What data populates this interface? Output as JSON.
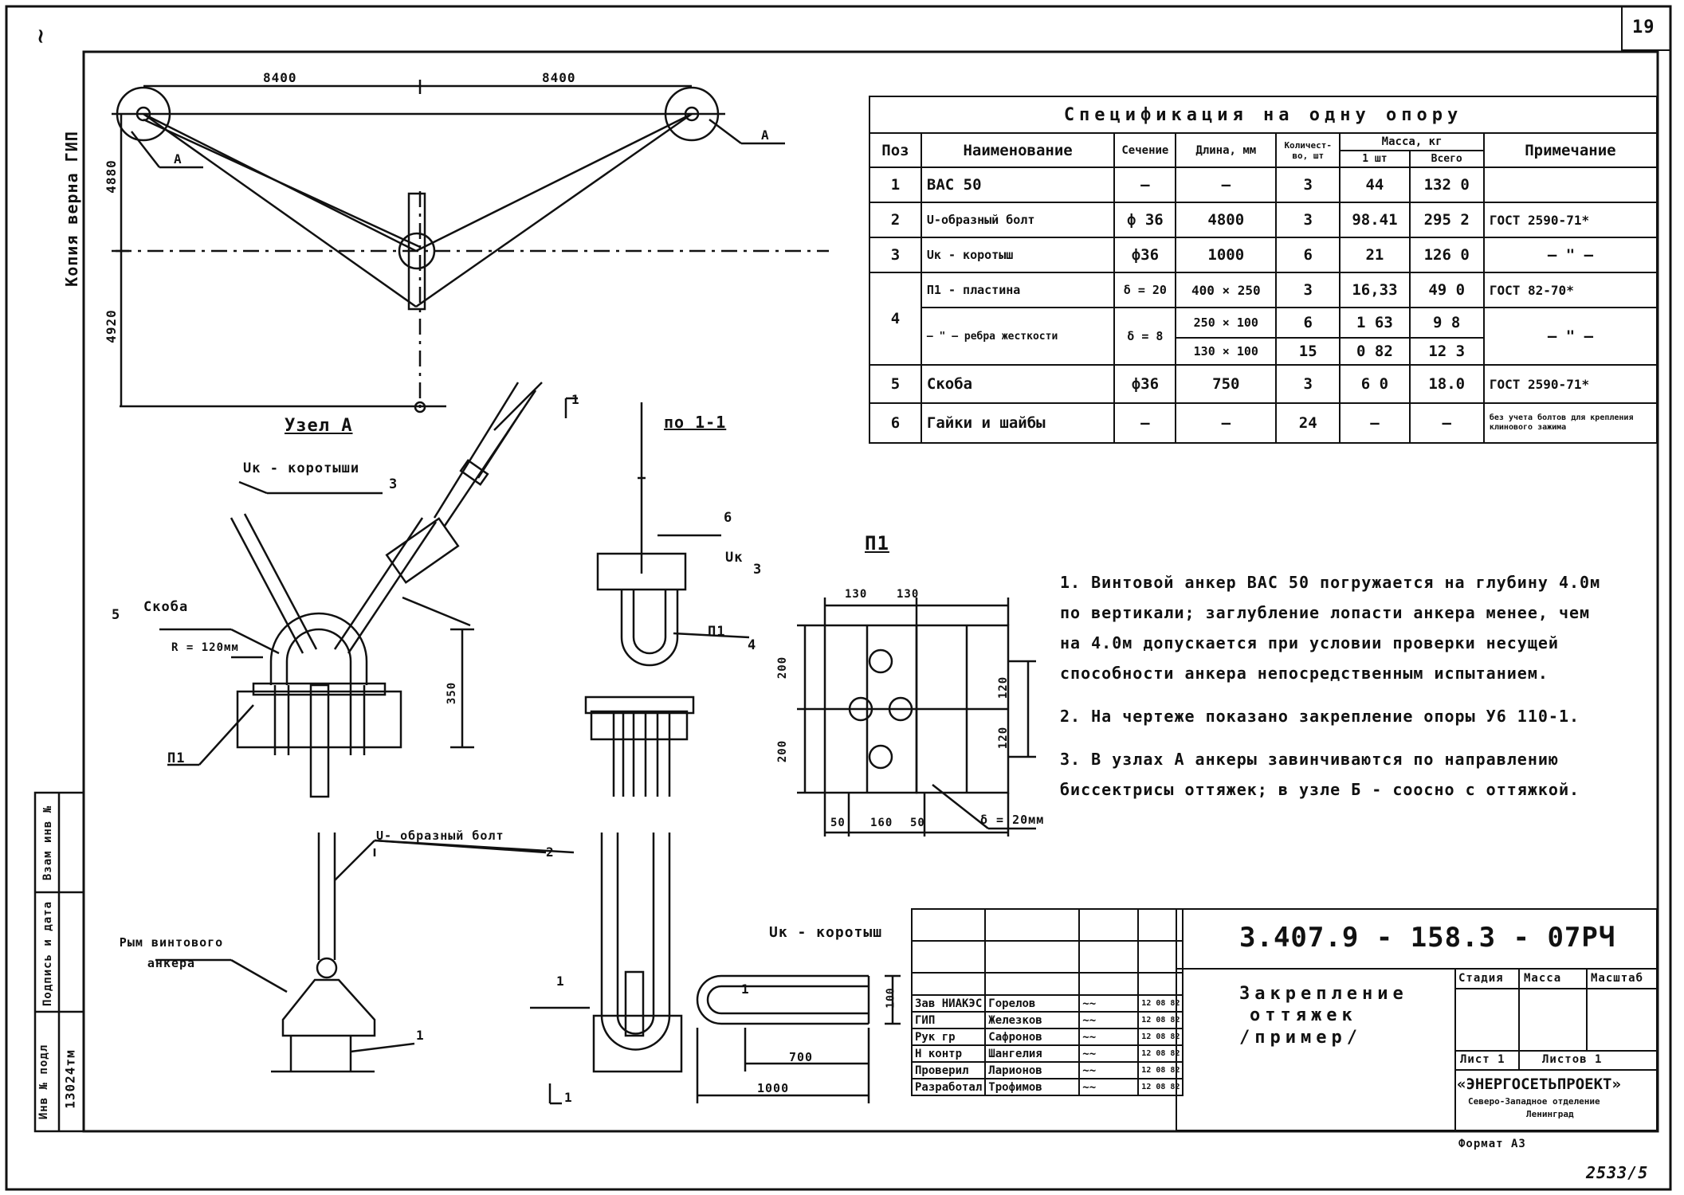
{
  "page": {
    "number": "19",
    "bottom_code": "2533/5",
    "format": "Формат А3"
  },
  "side": {
    "copy_label": "Копия верна  ГИП"
  },
  "stamp_side": {
    "inv_podl_label": "Инв № подл",
    "sign_date_label": "Подпись и дата",
    "vzam_label": "Взам инв №",
    "inv_podl_value": "13024тм"
  },
  "scheme": {
    "dim_left": "8400",
    "dim_right": "8400",
    "dim_v1": "4880",
    "dim_v2": "4920",
    "label_a_left": "А",
    "label_a_right": "А"
  },
  "node_a": {
    "title": "Узел А",
    "label_short": "Uк - коротыши",
    "pos3": "3",
    "label_skoba": "Скоба",
    "pos5": "5",
    "radius": "R = 120мм",
    "plate": "П1",
    "dim_350": "350"
  },
  "section": {
    "title": "по 1-1",
    "cut_mark": "1",
    "pos6": "6",
    "uk": "Uк",
    "pos3": "3",
    "plate": "П1",
    "pos4": "4"
  },
  "plate_p1": {
    "title": "П1",
    "d130a": "130",
    "d130b": "130",
    "d200a": "200",
    "d200b": "200",
    "d120a": "120",
    "d120b": "120",
    "d50a": "50",
    "d160": "160",
    "d50b": "50",
    "thickness": "δ = 20мм"
  },
  "bottom_left": {
    "label_eye": "Рым винтового анкера",
    "label_ubolt": "U- образный болт",
    "pos2": "2",
    "pos1": "1"
  },
  "bottom_mid": {
    "pos1": "1",
    "cut": "1"
  },
  "short_detail": {
    "title": "Uк - коротыш",
    "pos1": "1",
    "d100v": "100",
    "d700": "700",
    "d1000": "1000"
  },
  "spec": {
    "title": "Спецификация  на одну опору",
    "headers": {
      "pos": "Поз",
      "name": "Наименование",
      "section": "Сечение",
      "length": "Длина, мм",
      "qty": "Количест-во, шт",
      "mass": "Масса, кг",
      "mass_1": "1 шт",
      "mass_all": "Всего",
      "note": "Примечание"
    },
    "rows": [
      {
        "pos": "1",
        "name": "ВАС  50",
        "section": "—",
        "length": "—",
        "qty": "3",
        "m1": "44",
        "mall": "132 0",
        "note": ""
      },
      {
        "pos": "2",
        "name": "U-образный болт",
        "section": "ф 36",
        "length": "4800",
        "qty": "3",
        "m1": "98.41",
        "mall": "295 2",
        "note": "ГОСТ 2590-71*"
      },
      {
        "pos": "3",
        "name": "Uк - коротыш",
        "section": "ф36",
        "length": "1000",
        "qty": "6",
        "m1": "21",
        "mall": "126 0",
        "note": "— \" —"
      },
      {
        "pos": "",
        "name": "П1 - пластина",
        "section": "δ = 20",
        "length": "400 × 250",
        "qty": "3",
        "m1": "16,33",
        "mall": "49 0",
        "note": "ГОСТ  82-70*"
      },
      {
        "pos": "4",
        "name": "— \" — ребра жесткости",
        "section": "δ = 8",
        "length": "250 × 100",
        "qty": "6",
        "m1": "1 63",
        "mall": "9 8",
        "note": "— \" —"
      },
      {
        "pos": "",
        "name": "",
        "section": "",
        "length": "130 × 100",
        "qty": "15",
        "m1": "0 82",
        "mall": "12 3",
        "note": ""
      },
      {
        "pos": "5",
        "name": "Скоба",
        "section": "ф36",
        "length": "750",
        "qty": "3",
        "m1": "6 0",
        "mall": "18.0",
        "note": "ГОСТ 2590-71*"
      },
      {
        "pos": "6",
        "name": "Гайки и шайбы",
        "section": "—",
        "length": "—",
        "qty": "24",
        "m1": "—",
        "mall": "—",
        "note": "без учета болтов для крепления клинового зажима"
      }
    ]
  },
  "notes": [
    "1. Винтовой анкер ВАС 50 погружается на глубину 4.0м по вертикали; заглубление лопасти анкера менее, чем на 4.0м допускается при условии проверки несущей способности анкера непосредственным испытанием.",
    "2. На чертеже показано закрепление опоры У6 110-1.",
    "3. В узлах А анкеры завинчиваются по направлению биссектрисы оттяжек; в узле Б - соосно с оттяжкой."
  ],
  "title_block": {
    "code": "3.407.9 - 158.3 - 07РЧ",
    "name_l1": "Закрепление",
    "name_l2": "оттяжек",
    "name_l3": "/пример/",
    "stage": "Стадия",
    "mass": "Масса",
    "scale": "Масштаб",
    "sheet": "Лист 1",
    "sheets": "Листов 1",
    "org": "«ЭНЕРГОСЕТЬПРОЕКТ»",
    "org_sub": "Северо-Западное отделение",
    "org_city": "Ленинград",
    "people": [
      {
        "role": "Зав НИАКЭС",
        "name": "Горелов",
        "date": "12 08 82"
      },
      {
        "role": "ГИП",
        "name": "Железков",
        "date": "12 08 82"
      },
      {
        "role": "Рук гр",
        "name": "Сафронов",
        "date": "12 08 82"
      },
      {
        "role": "Н контр",
        "name": "Шангелия",
        "date": "12 08 82"
      },
      {
        "role": "Проверил",
        "name": "Ларионов",
        "date": "12 08 82"
      },
      {
        "role": "Разработал",
        "name": "Трофимов",
        "date": "12 08 82"
      }
    ]
  }
}
